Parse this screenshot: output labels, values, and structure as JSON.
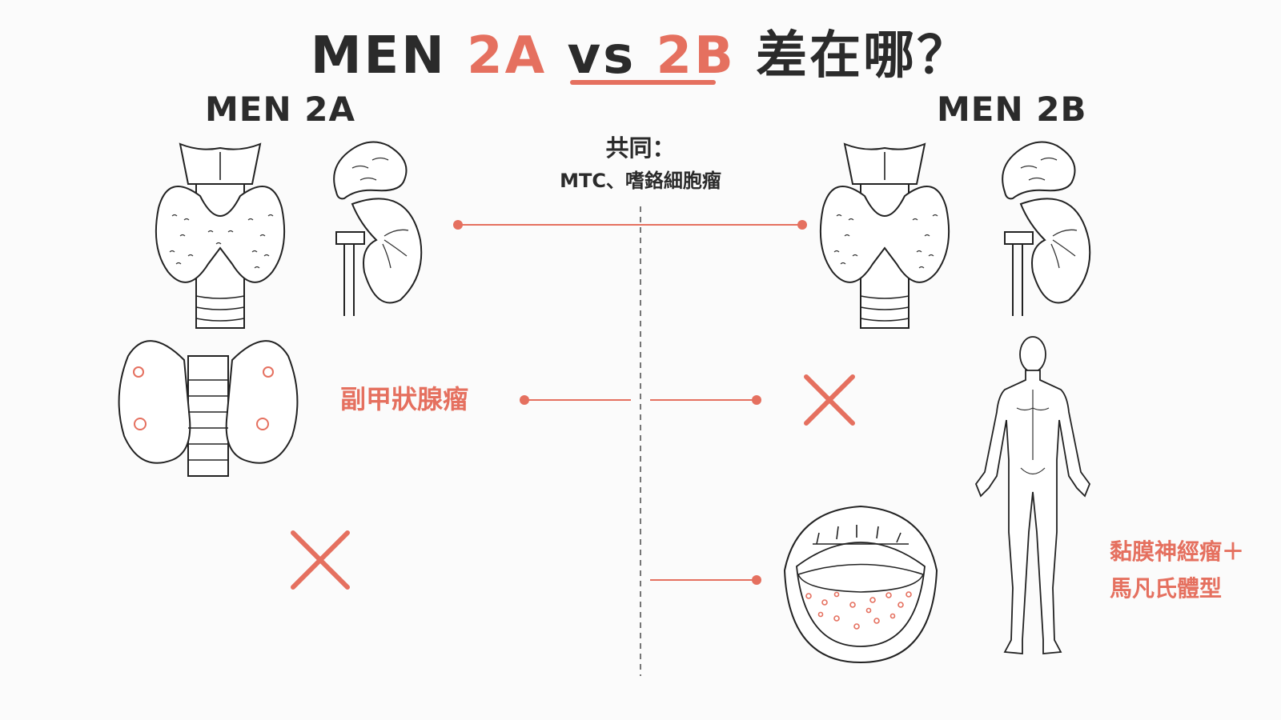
{
  "colors": {
    "accent": "#e5705f",
    "ink": "#2b2b2b"
  },
  "title": {
    "prefix": "MEN ",
    "a": "2A",
    "vs": " vs ",
    "b": "2B",
    "suffix": " 差在哪？"
  },
  "columns": {
    "left": "MEN 2A",
    "right": "MEN 2B"
  },
  "common": {
    "label": "共同：",
    "value": "MTC、嗜鉻細胞瘤"
  },
  "rows": {
    "parathyroid": {
      "label": "副甲狀腺瘤",
      "icon": "cross-icon"
    },
    "mucosal": {
      "line1": "黏膜神經瘤＋",
      "line2": "馬凡氏體型",
      "icon": "cross-icon"
    }
  }
}
